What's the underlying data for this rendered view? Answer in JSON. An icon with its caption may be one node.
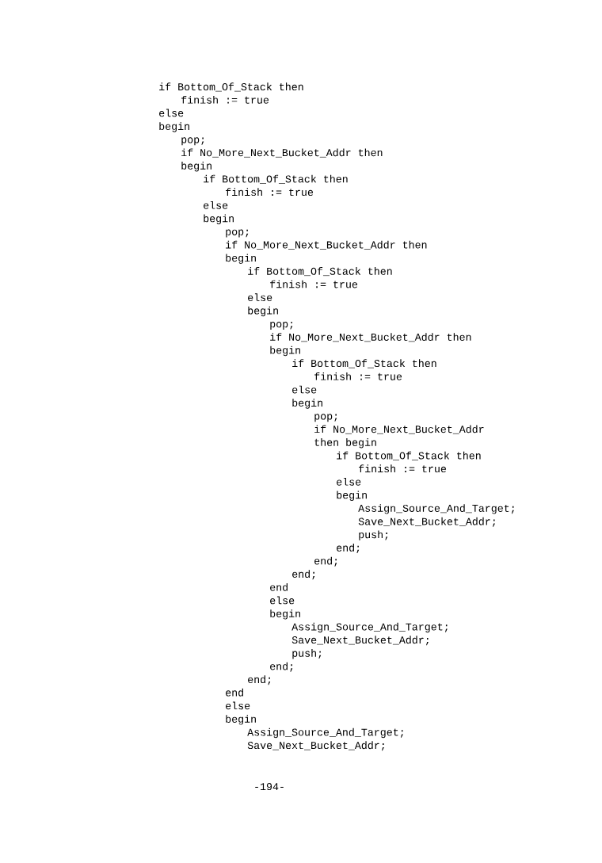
{
  "diagram": {
    "labels": [
      "if Bottom_Of_Stack then",
      "finish := true",
      "else",
      "begin",
      "pop;",
      "if No_More_Next_Bucket_Addr then",
      "begin",
      "if Bottom_Of_Stack then",
      "finish := true",
      "else",
      "begin",
      "pop;",
      "if No_More_Next_Bucket_Addr then",
      "begin",
      "if Bottom_Of_Stack then",
      "finish := true",
      "else",
      "begin",
      "pop;",
      "if No_More_Next_Bucket_Addr then",
      "begin",
      "if Bottom_Of_Stack then",
      "finish := true",
      "else",
      "begin",
      "pop;",
      "if No_More_Next_Bucket_Addr",
      "then begin",
      "if Bottom_Of_Stack then",
      "finish := true",
      "else",
      "begin",
      "Assign_Source_And_Target;",
      "Save_Next_Bucket_Addr;",
      "push;",
      "end;",
      "end;",
      "end;",
      "end",
      "else",
      "begin",
      "Assign_Source_And_Target;",
      "Save_Next_Bucket_Addr;",
      "push;",
      "end;",
      "end;",
      "end",
      "else",
      "begin",
      "Assign_Source_And_Target;",
      "Save_Next_Bucket_Addr;",
      "-194-"
    ]
  }
}
